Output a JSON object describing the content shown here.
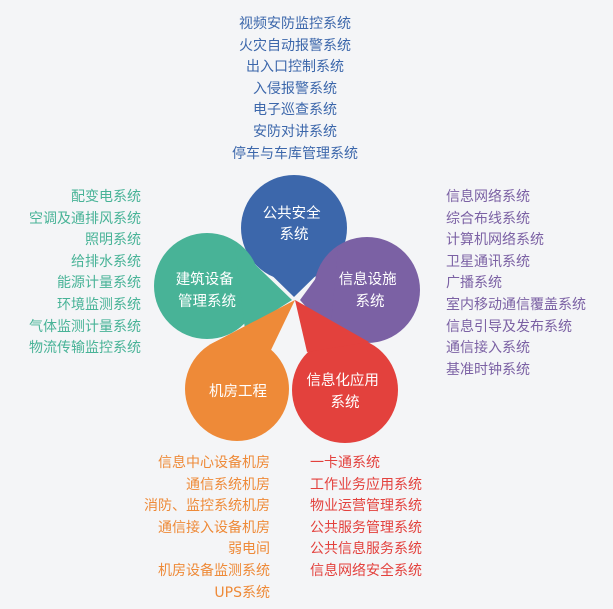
{
  "colors": {
    "public_safety": "#3c67ab",
    "info_facility": "#7b61a4",
    "it_app": "#e3413d",
    "machine_room": "#ee8a38",
    "building_mgmt": "#48b397"
  },
  "petals": {
    "public_safety": [
      "公共安全",
      "系统"
    ],
    "info_facility": [
      "信息设施",
      "系统"
    ],
    "it_app": [
      "信息化应用",
      "系统"
    ],
    "machine_room": [
      "机房工程"
    ],
    "building_mgmt": [
      "建筑设备",
      "管理系统"
    ]
  },
  "lists": {
    "public_safety": [
      "视频安防监控系统",
      "火灾自动报警系统",
      "出入口控制系统",
      "入侵报警系统",
      "电子巡查系统",
      "安防对讲系统",
      "停车与车库管理系统"
    ],
    "building_mgmt": [
      "配变电系统",
      "空调及通排风系统",
      "照明系统",
      "给排水系统",
      "能源计量系统",
      "环境监测系统",
      "气体监测计量系统",
      "物流传输监控系统"
    ],
    "info_facility": [
      "信息网络系统",
      "综合布线系统",
      "计算机网络系统",
      "卫星通讯系统",
      "广播系统",
      "室内移动通信覆盖系统",
      "信息引导及发布系统",
      "通信接入系统",
      "基准时钟系统"
    ],
    "machine_room": [
      "信息中心设备机房",
      "通信系统机房",
      "消防、监控系统机房",
      "通信接入设备机房",
      "弱电间",
      "机房设备监测系统",
      "UPS系统"
    ],
    "it_app": [
      "一卡通系统",
      "工作业务应用系统",
      "物业运营管理系统",
      "公共服务管理系统",
      "公共信息服务系统",
      "信息网络安全系统"
    ]
  }
}
